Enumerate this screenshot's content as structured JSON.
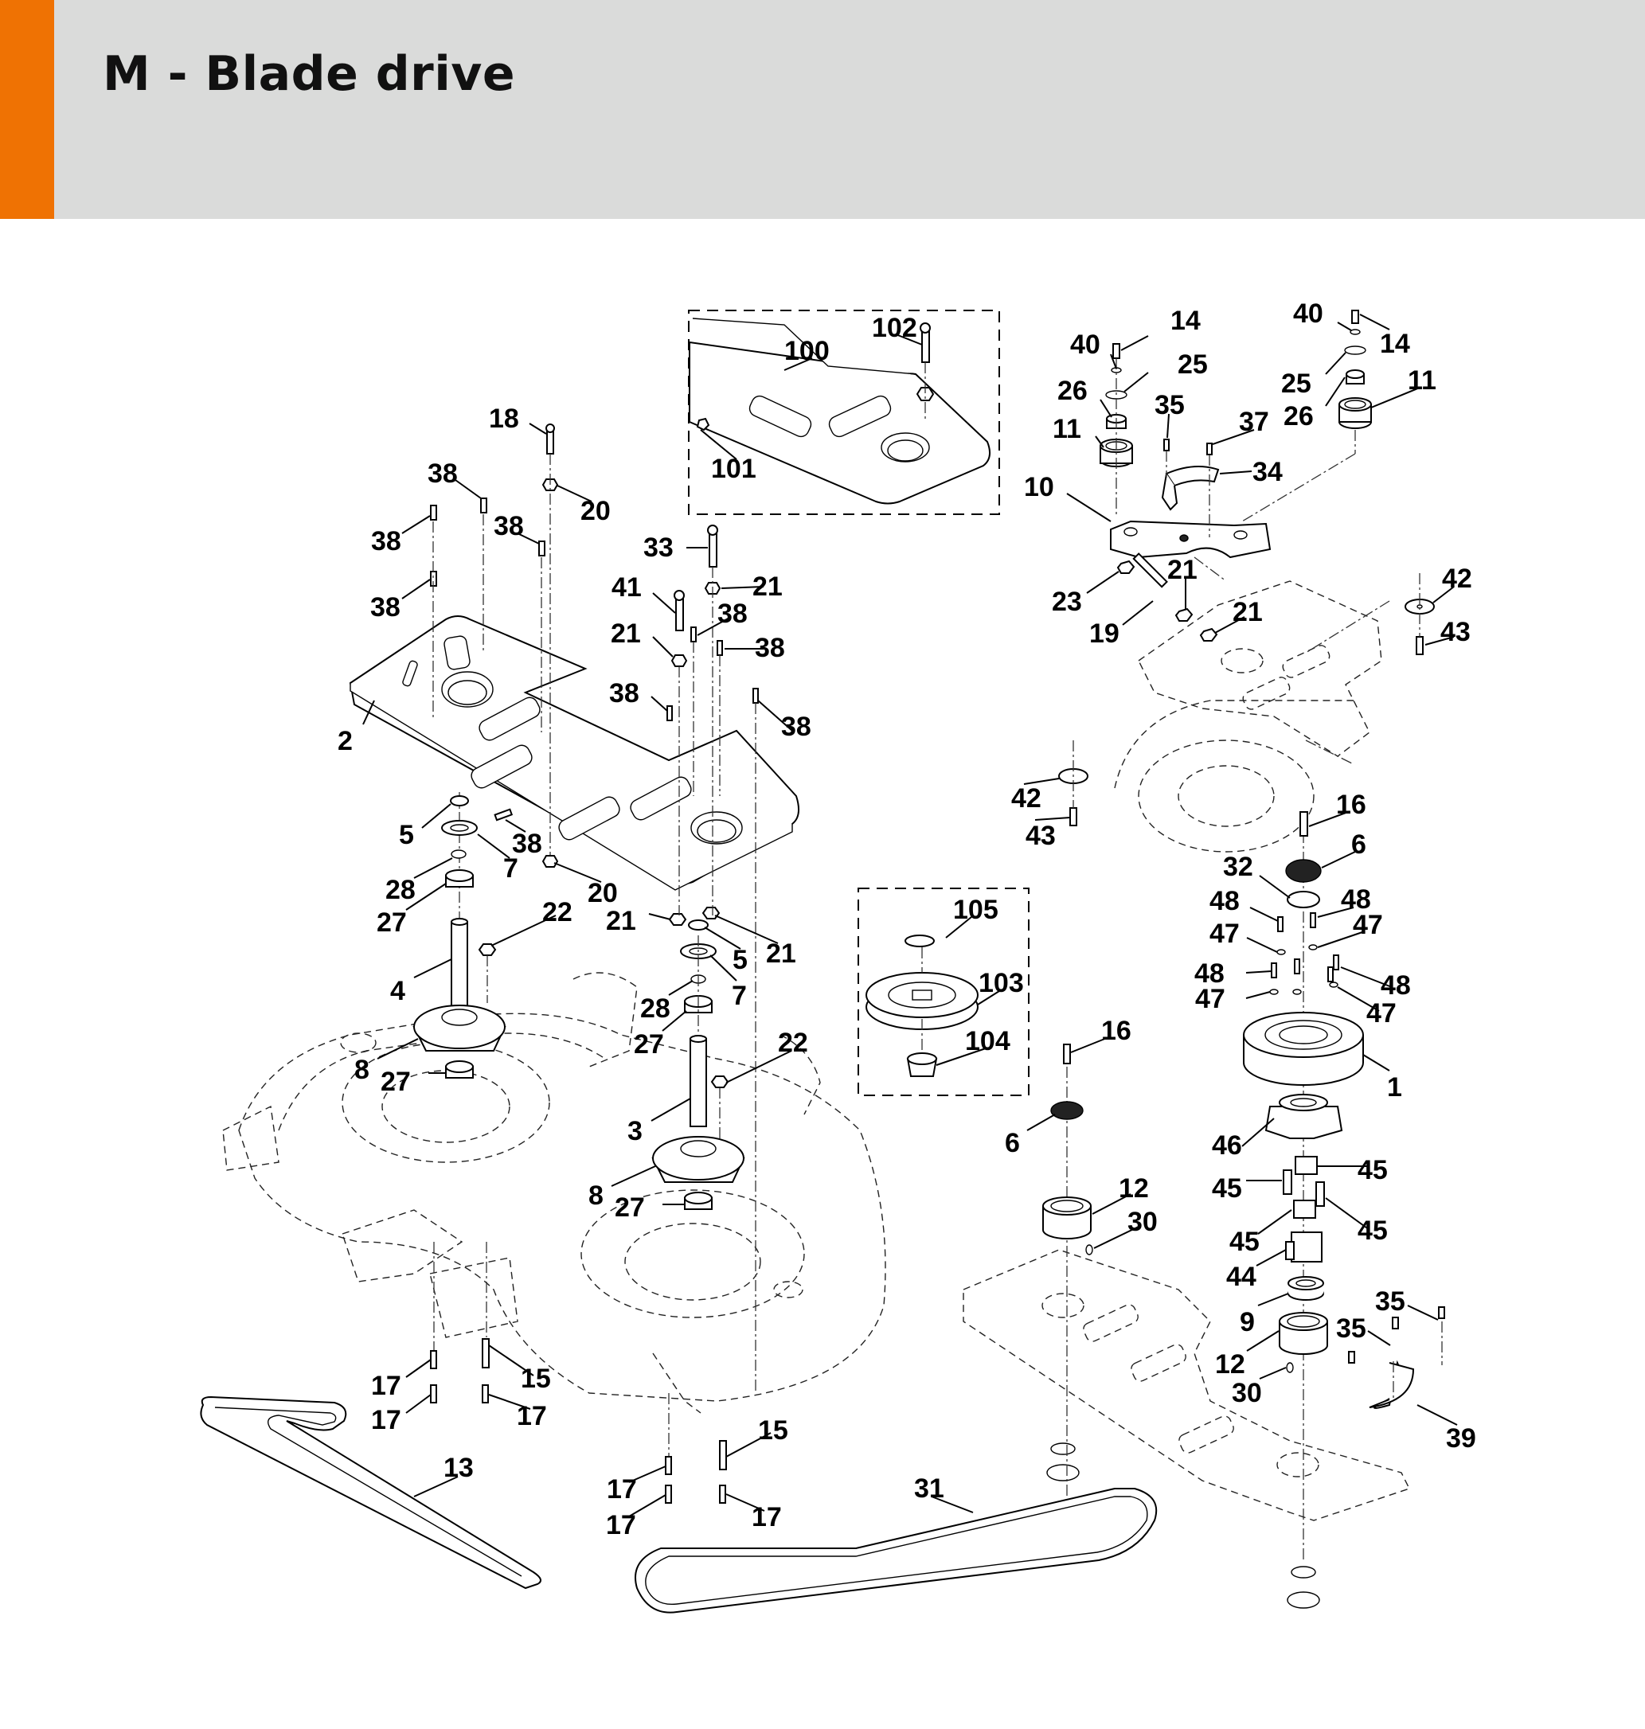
{
  "header": {
    "title": "M - Blade drive",
    "accent_color": "#ef7203",
    "background_color": "#dadbda"
  },
  "diagram": {
    "callouts": {
      "c102": "102",
      "c100": "100",
      "c101": "101",
      "c14a": "14",
      "c40a": "40",
      "c25a": "25",
      "c26a": "26",
      "c35a": "35",
      "c11a": "11",
      "c37": "37",
      "c34": "34",
      "c10": "10",
      "c40b": "40",
      "c14b": "14",
      "c25b": "25",
      "c11b": "11",
      "c26b": "26",
      "c23": "23",
      "c21a": "21",
      "c19": "19",
      "c21b": "21",
      "c42a": "42",
      "c43a": "43",
      "c18": "18",
      "c20a": "20",
      "c38a": "38",
      "c38b": "38",
      "c38c": "38",
      "c38d": "38",
      "c33": "33",
      "c21c": "21",
      "c41": "41",
      "c38e": "38",
      "c21d": "21",
      "c38f": "38",
      "c38g": "38",
      "c38h": "38",
      "c2": "2",
      "c42b": "42",
      "c43b": "43",
      "c16a": "16",
      "c6a": "6",
      "c32": "32",
      "c48a": "48",
      "c48b": "48",
      "c47a": "47",
      "c47b": "47",
      "c48c": "48",
      "c47c": "47",
      "c48d": "48",
      "c47d": "47",
      "c1": "1",
      "c46": "46",
      "c45a": "45",
      "c45b": "45",
      "c45c": "45",
      "c45d": "45",
      "c44": "44",
      "c9": "9",
      "c12a": "12",
      "c30a": "30",
      "c35b": "35",
      "c35c": "35",
      "c39": "39",
      "c5a": "5",
      "c38i": "38",
      "c7a": "7",
      "c28a": "28",
      "c27a": "27",
      "c22a": "22",
      "c20b": "20",
      "c21e": "21",
      "c21f": "21",
      "c5b": "5",
      "c7b": "7",
      "c28b": "28",
      "c27b": "27",
      "c22b": "22",
      "c4": "4",
      "c8a": "8",
      "c27c": "27",
      "c3": "3",
      "c8b": "8",
      "c27d": "27",
      "c105": "105",
      "c103": "103",
      "c104": "104",
      "c16b": "16",
      "c6b": "6",
      "c12b": "12",
      "c30b": "30",
      "c17a": "17",
      "c15a": "15",
      "c17b": "17",
      "c17c": "17",
      "c13": "13",
      "c15b": "15",
      "c17d": "17",
      "c17e": "17",
      "c17f": "17",
      "c31": "31"
    }
  }
}
